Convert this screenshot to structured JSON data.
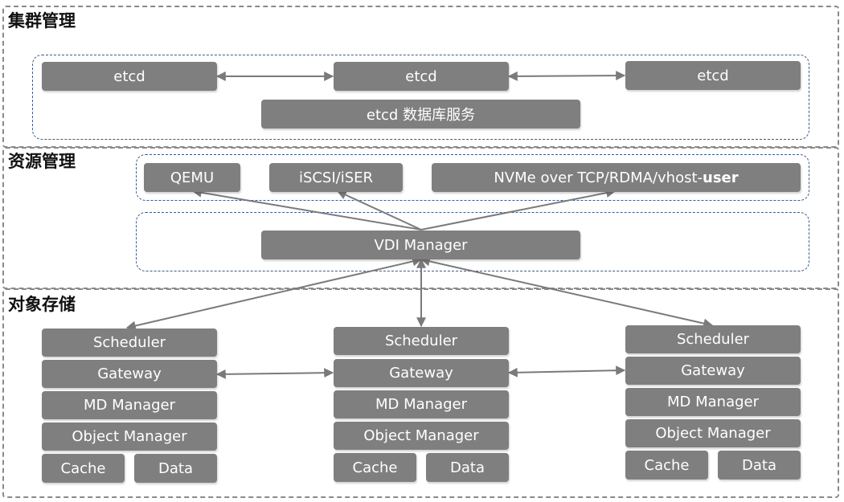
{
  "sections": {
    "cluster": {
      "title": "集群管理"
    },
    "resource": {
      "title": "资源管理"
    },
    "storage": {
      "title": "对象存储"
    }
  },
  "cluster": {
    "etcd_nodes": [
      "etcd",
      "etcd",
      "etcd"
    ],
    "db_service": "etcd 数据库服务"
  },
  "resource": {
    "qemu": "QEMU",
    "iscsi": "iSCSI/iSER",
    "nvme_prefix": "NVMe over TCP/RDMA/vhost-",
    "nvme_bold": "user",
    "vdi_manager": "VDI Manager"
  },
  "storage": {
    "nodes": [
      {
        "scheduler": "Scheduler",
        "gateway": "Gateway",
        "md_manager": "MD Manager",
        "object_manager": "Object Manager",
        "cache": "Cache",
        "data": "Data"
      },
      {
        "scheduler": "Scheduler",
        "gateway": "Gateway",
        "md_manager": "MD Manager",
        "object_manager": "Object Manager",
        "cache": "Cache",
        "data": "Data"
      },
      {
        "scheduler": "Scheduler",
        "gateway": "Gateway",
        "md_manager": "MD Manager",
        "object_manager": "Object Manager",
        "cache": "Cache",
        "data": "Data"
      }
    ]
  },
  "colors": {
    "box_fill": "#7f7f7f",
    "box_text": "#ffffff",
    "connector": "#7a7a7a",
    "section_border": "#8a8a8a",
    "group_border": "#3d5a8a"
  }
}
